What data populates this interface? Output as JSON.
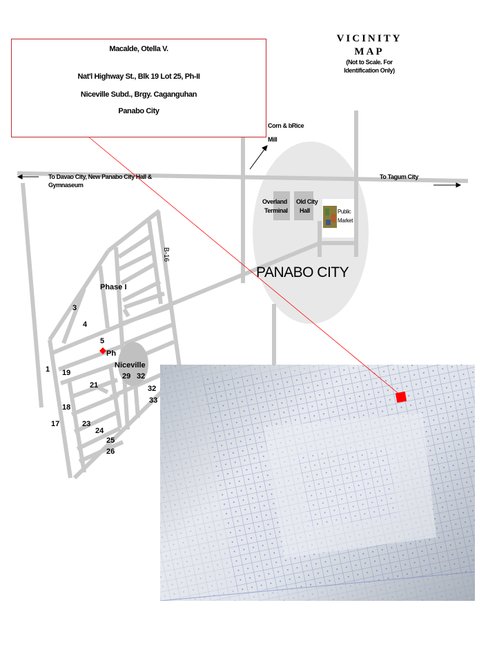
{
  "address": {
    "name": "Macalde, Otella V.",
    "line1": "Nat'l Highway  St., Blk 19  Lot 25,  Ph-II",
    "line2": "Niceville Subd.,  Brgy. Caganguhan",
    "line3": "Panabo City"
  },
  "title": {
    "line1": "VICINITY",
    "line2": "MAP",
    "note1": "(Not to Scale. For",
    "note2": "Identification  Only)"
  },
  "labels": {
    "mill1": "Corn & bRice",
    "mill2": "Mill",
    "davao1": "To Davao City, New Panabo City Hall &",
    "davao2": "Gymnaseum",
    "tagum": "To Tagum City",
    "terminal1": "Overland",
    "terminal2": "Terminal",
    "hall1": "Old City",
    "hall2": "Hall",
    "market1": "Public",
    "market2": "Market",
    "city": "PANABO CITY",
    "road": "B-16",
    "phase1": "Phase I",
    "phase2": "Ph",
    "niceville": "Niceville"
  },
  "block_numbers": [
    "3",
    "4",
    "5",
    "1",
    "19",
    "21",
    "18",
    "17",
    "23",
    "24",
    "25",
    "26",
    "29",
    "32",
    "32",
    "33"
  ],
  "colors": {
    "road": "#c8c8c8",
    "marker": "#ff0000",
    "box_border": "#c0282d",
    "city_area": "#e8e8e8"
  }
}
